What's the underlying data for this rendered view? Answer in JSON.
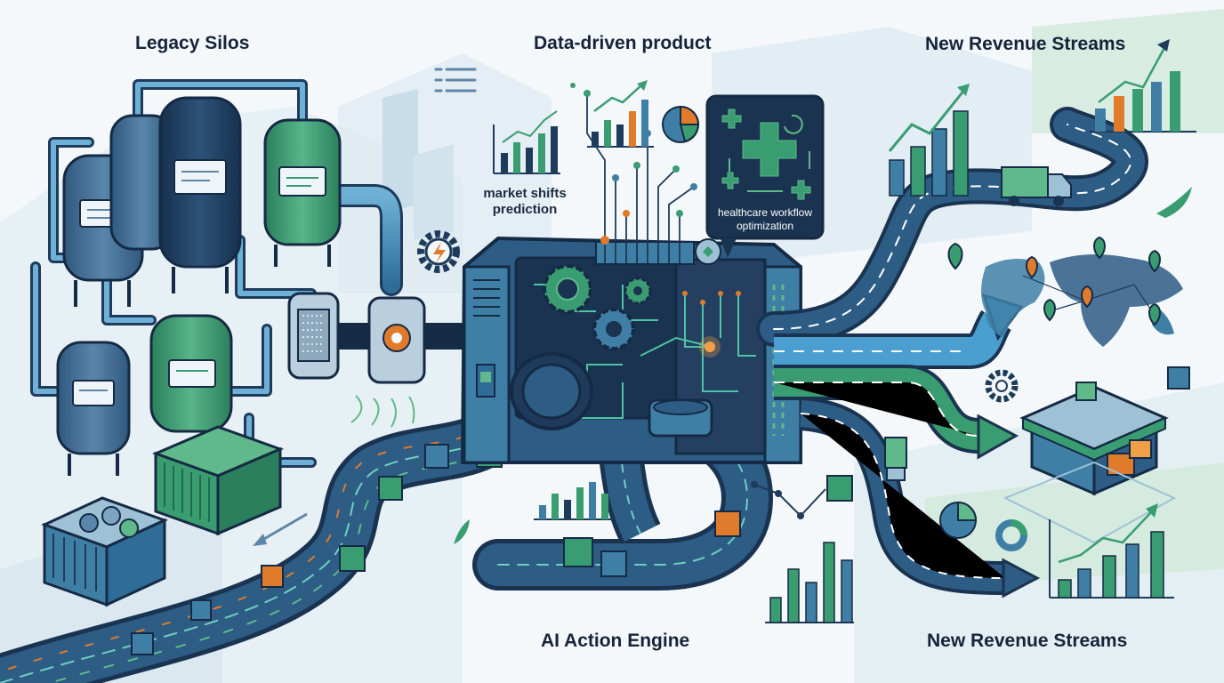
{
  "labels": {
    "legacy_silos": "Legacy Silos",
    "data_driven_product": "Data-driven product",
    "new_revenue_streams_top": "New Revenue Streams",
    "market_shifts": "market shifts",
    "prediction": "prediction",
    "healthcare_line1": "healthcare workflow",
    "healthcare_line2": "optimization",
    "ai_action_engine": "AI Action Engine",
    "new_revenue_streams_bottom": "New Revenue Streams"
  },
  "colors": {
    "navy": "#1f3b5c",
    "dark_navy": "#152a44",
    "teal_blue": "#3f7fa6",
    "green": "#3a9d72",
    "light_green": "#5fb98a",
    "orange": "#e07b2c",
    "pale_blue": "#d6e6f0",
    "pale_green": "#d9eee2"
  },
  "icons": [
    "gear-icon",
    "pie-chart-icon",
    "map-pin-icon",
    "truck-icon",
    "store-icon",
    "leaf-icon",
    "cube-icon",
    "world-map-icon",
    "lightning-icon",
    "medical-cross-icon"
  ]
}
